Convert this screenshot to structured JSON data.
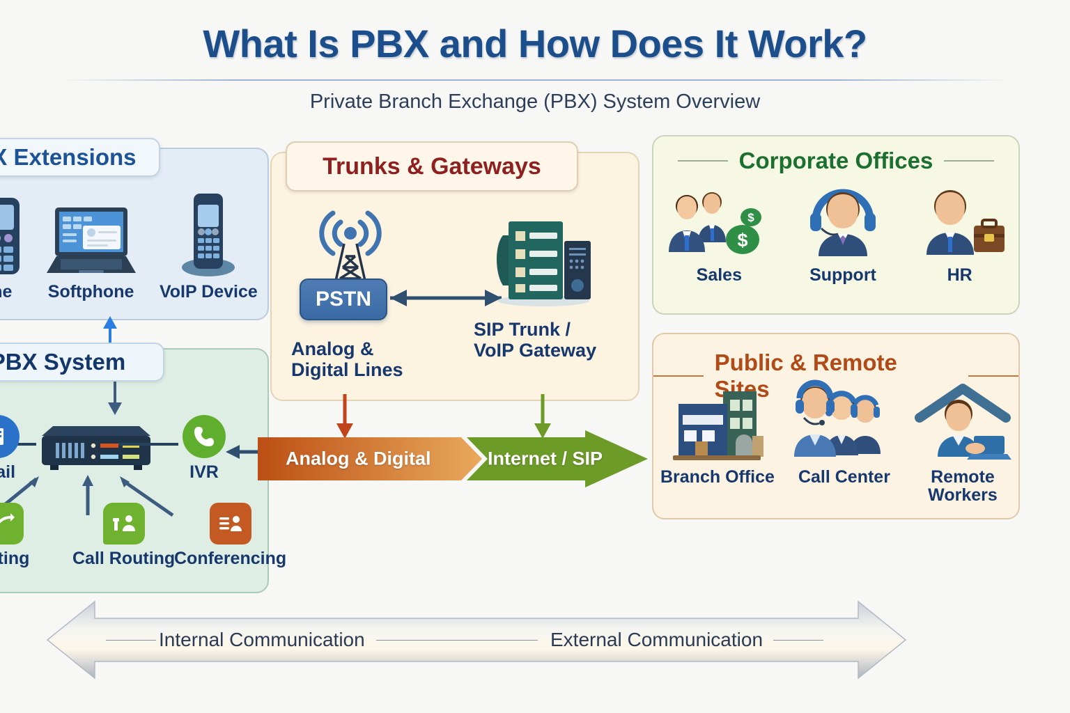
{
  "header": {
    "title": "What Is PBX and How Does It Work?",
    "subtitle": "Private Branch Exchange (PBX) System Overview"
  },
  "panels": {
    "extensions": {
      "badge": "BX Extensions",
      "items": [
        {
          "label": "one",
          "icon": "ip-phone-icon"
        },
        {
          "label": "Softphone",
          "icon": "laptop-softphone-icon"
        },
        {
          "label": "VoIP Device",
          "icon": "voip-handset-icon"
        }
      ]
    },
    "pbx_system": {
      "badge": "PBX System",
      "device": "pbx-server-icon",
      "nodes": [
        {
          "label": "mail",
          "icon": "voicemail-icon",
          "color": "#2a72c9"
        },
        {
          "label": "IVR",
          "icon": "phone-handset-icon",
          "color": "#5fae2e"
        },
        {
          "label": "outing",
          "icon": "call-forward-icon",
          "color": "#6eb22f"
        },
        {
          "label": "Call Routing",
          "icon": "call-routing-icon",
          "color": "#6eb22f"
        },
        {
          "label": "Conferencing",
          "icon": "conferencing-icon",
          "color": "#c45a23"
        }
      ]
    },
    "trunks": {
      "badge": "Trunks & Gateways",
      "pstn_label": "PSTN",
      "analog_caption": "Analog &\nDigital Lines",
      "analog_caption_line1": "Analog &",
      "analog_caption_line2": "Digital Lines",
      "sip_caption_line1": "SIP Trunk /",
      "sip_caption_line2": "VoIP Gateway"
    },
    "corporate_offices": {
      "heading": "Corporate Offices",
      "items": [
        {
          "label": "Sales",
          "icon": "sales-team-icon"
        },
        {
          "label": "Support",
          "icon": "headset-agent-icon"
        },
        {
          "label": "HR",
          "icon": "briefcase-person-icon"
        }
      ]
    },
    "public_remote_sites": {
      "heading": "Public & Remote Sites",
      "items": [
        {
          "label": "Branch Office",
          "icon": "office-building-icon"
        },
        {
          "label": "Call Center",
          "icon": "call-center-team-icon"
        },
        {
          "label_line1": "Remote",
          "label_line2": "Workers",
          "label": "Remote Workers",
          "icon": "home-worker-icon"
        }
      ]
    }
  },
  "flow_band": {
    "analog_label": "Analog & Digital",
    "sip_label": "Internet / SIP"
  },
  "bottom_axis": {
    "internal": "Internal Communication",
    "external": "External Communication"
  },
  "colors": {
    "title_blue": "#1c4e8c",
    "trunk_red": "#8e2020",
    "corporate_green": "#1b7030",
    "remote_orange": "#b04a16",
    "analog_band": "#c2571c",
    "sip_band": "#6d9b27",
    "caption_navy": "#16386c"
  }
}
